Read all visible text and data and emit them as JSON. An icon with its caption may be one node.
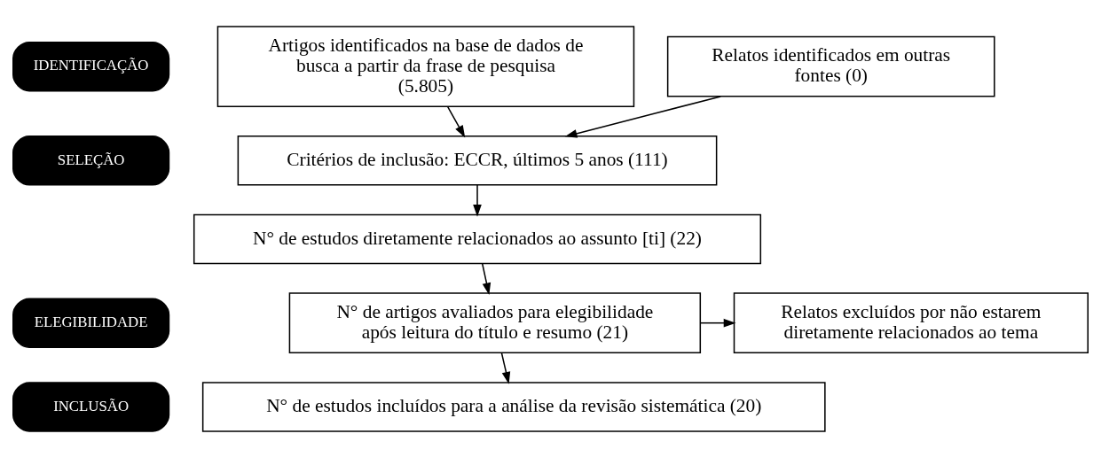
{
  "diagram": {
    "nodes": [
      {
        "text": [
          "IDENTIFICAÇÃO"
        ]
      },
      {
        "text": [
          "Artigos identificados na base de dados de busca a partir da frase de pesquisa (5.805)"
        ]
      },
      {
        "text": [
          "Relatos identificados em outras fontes (0)"
        ]
      },
      {
        "text": [
          "SELEÇÃO"
        ]
      },
      {
        "text": [
          "Critérios de inclusão: ECCR, últimos 5 anos (111)"
        ]
      },
      {
        "text": [
          "N° de estudos diretamente relacionados ao assunto [ti] (22)"
        ]
      },
      {
        "text": [
          "ELEGIBILIDADE"
        ]
      },
      {
        "text": [
          "N° de artigos avaliados para elegibilidade após leitura do título e resumo (21)"
        ]
      },
      {
        "text": [
          "Relatos excluídos por não estarem diretamente relacionados ao tema"
        ]
      },
      {
        "text": [
          "INCLUSÃO"
        ]
      },
      {
        "text": [
          "N° de estudos incluídos para a análise da revisão sistemática (20)"
        ]
      }
    ],
    "edges": [
      {
        "from": 1,
        "to": 4,
        "arrow": "to"
      },
      {
        "from": 2,
        "to": 4,
        "arrow": "to"
      },
      {
        "from": 4,
        "to": 5,
        "arrow": "to"
      },
      {
        "from": 5,
        "to": 7,
        "arrow": "to"
      },
      {
        "from": 7,
        "to": 8,
        "arrow": "to"
      },
      {
        "from": 7,
        "to": 10,
        "arrow": "to"
      }
    ]
  }
}
